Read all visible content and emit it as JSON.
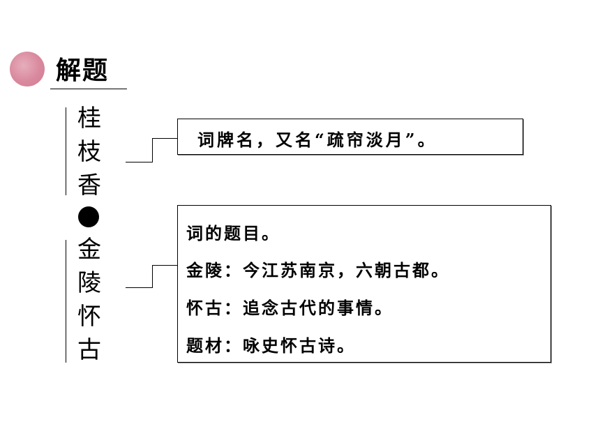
{
  "heading": {
    "title": "解题"
  },
  "vertical_title": {
    "part1": [
      "桂",
      "枝",
      "香"
    ],
    "part2": [
      "金",
      "陵",
      "怀",
      "古"
    ]
  },
  "box1": {
    "text": "词牌名，又名“疏帘淡月”。"
  },
  "box2": {
    "lines": [
      "词的题目。",
      "金陵：今江苏南京，六朝古都。",
      "怀古：追念古代的事情。",
      "题材：咏史怀古诗。"
    ]
  }
}
